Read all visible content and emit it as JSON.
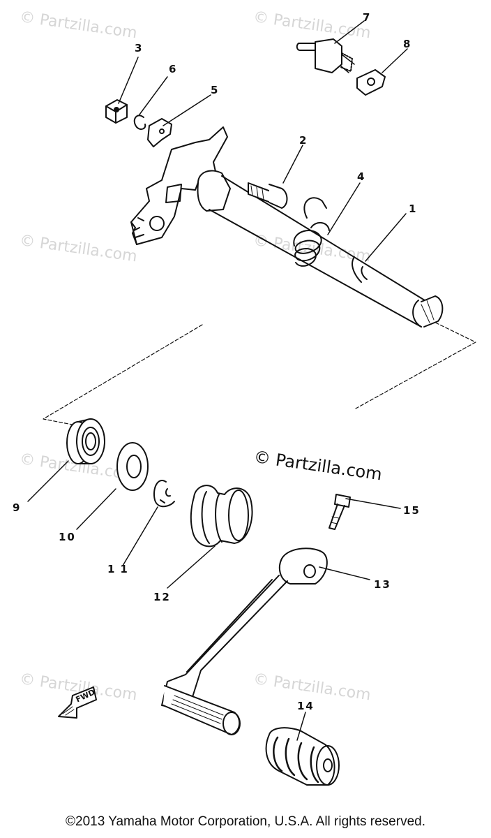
{
  "watermark": "© Partzilla.com",
  "center_watermark": "© Partzilla.com",
  "copyright": "©2013 Yamaha Motor Corporation, U.S.A. All rights reserved.",
  "callouts": [
    "1",
    "2",
    "3",
    "4",
    "5",
    "6",
    "7",
    "8",
    "9",
    "10",
    "11",
    "12",
    "13",
    "14",
    "15"
  ],
  "fwd_mark": "FWD"
}
